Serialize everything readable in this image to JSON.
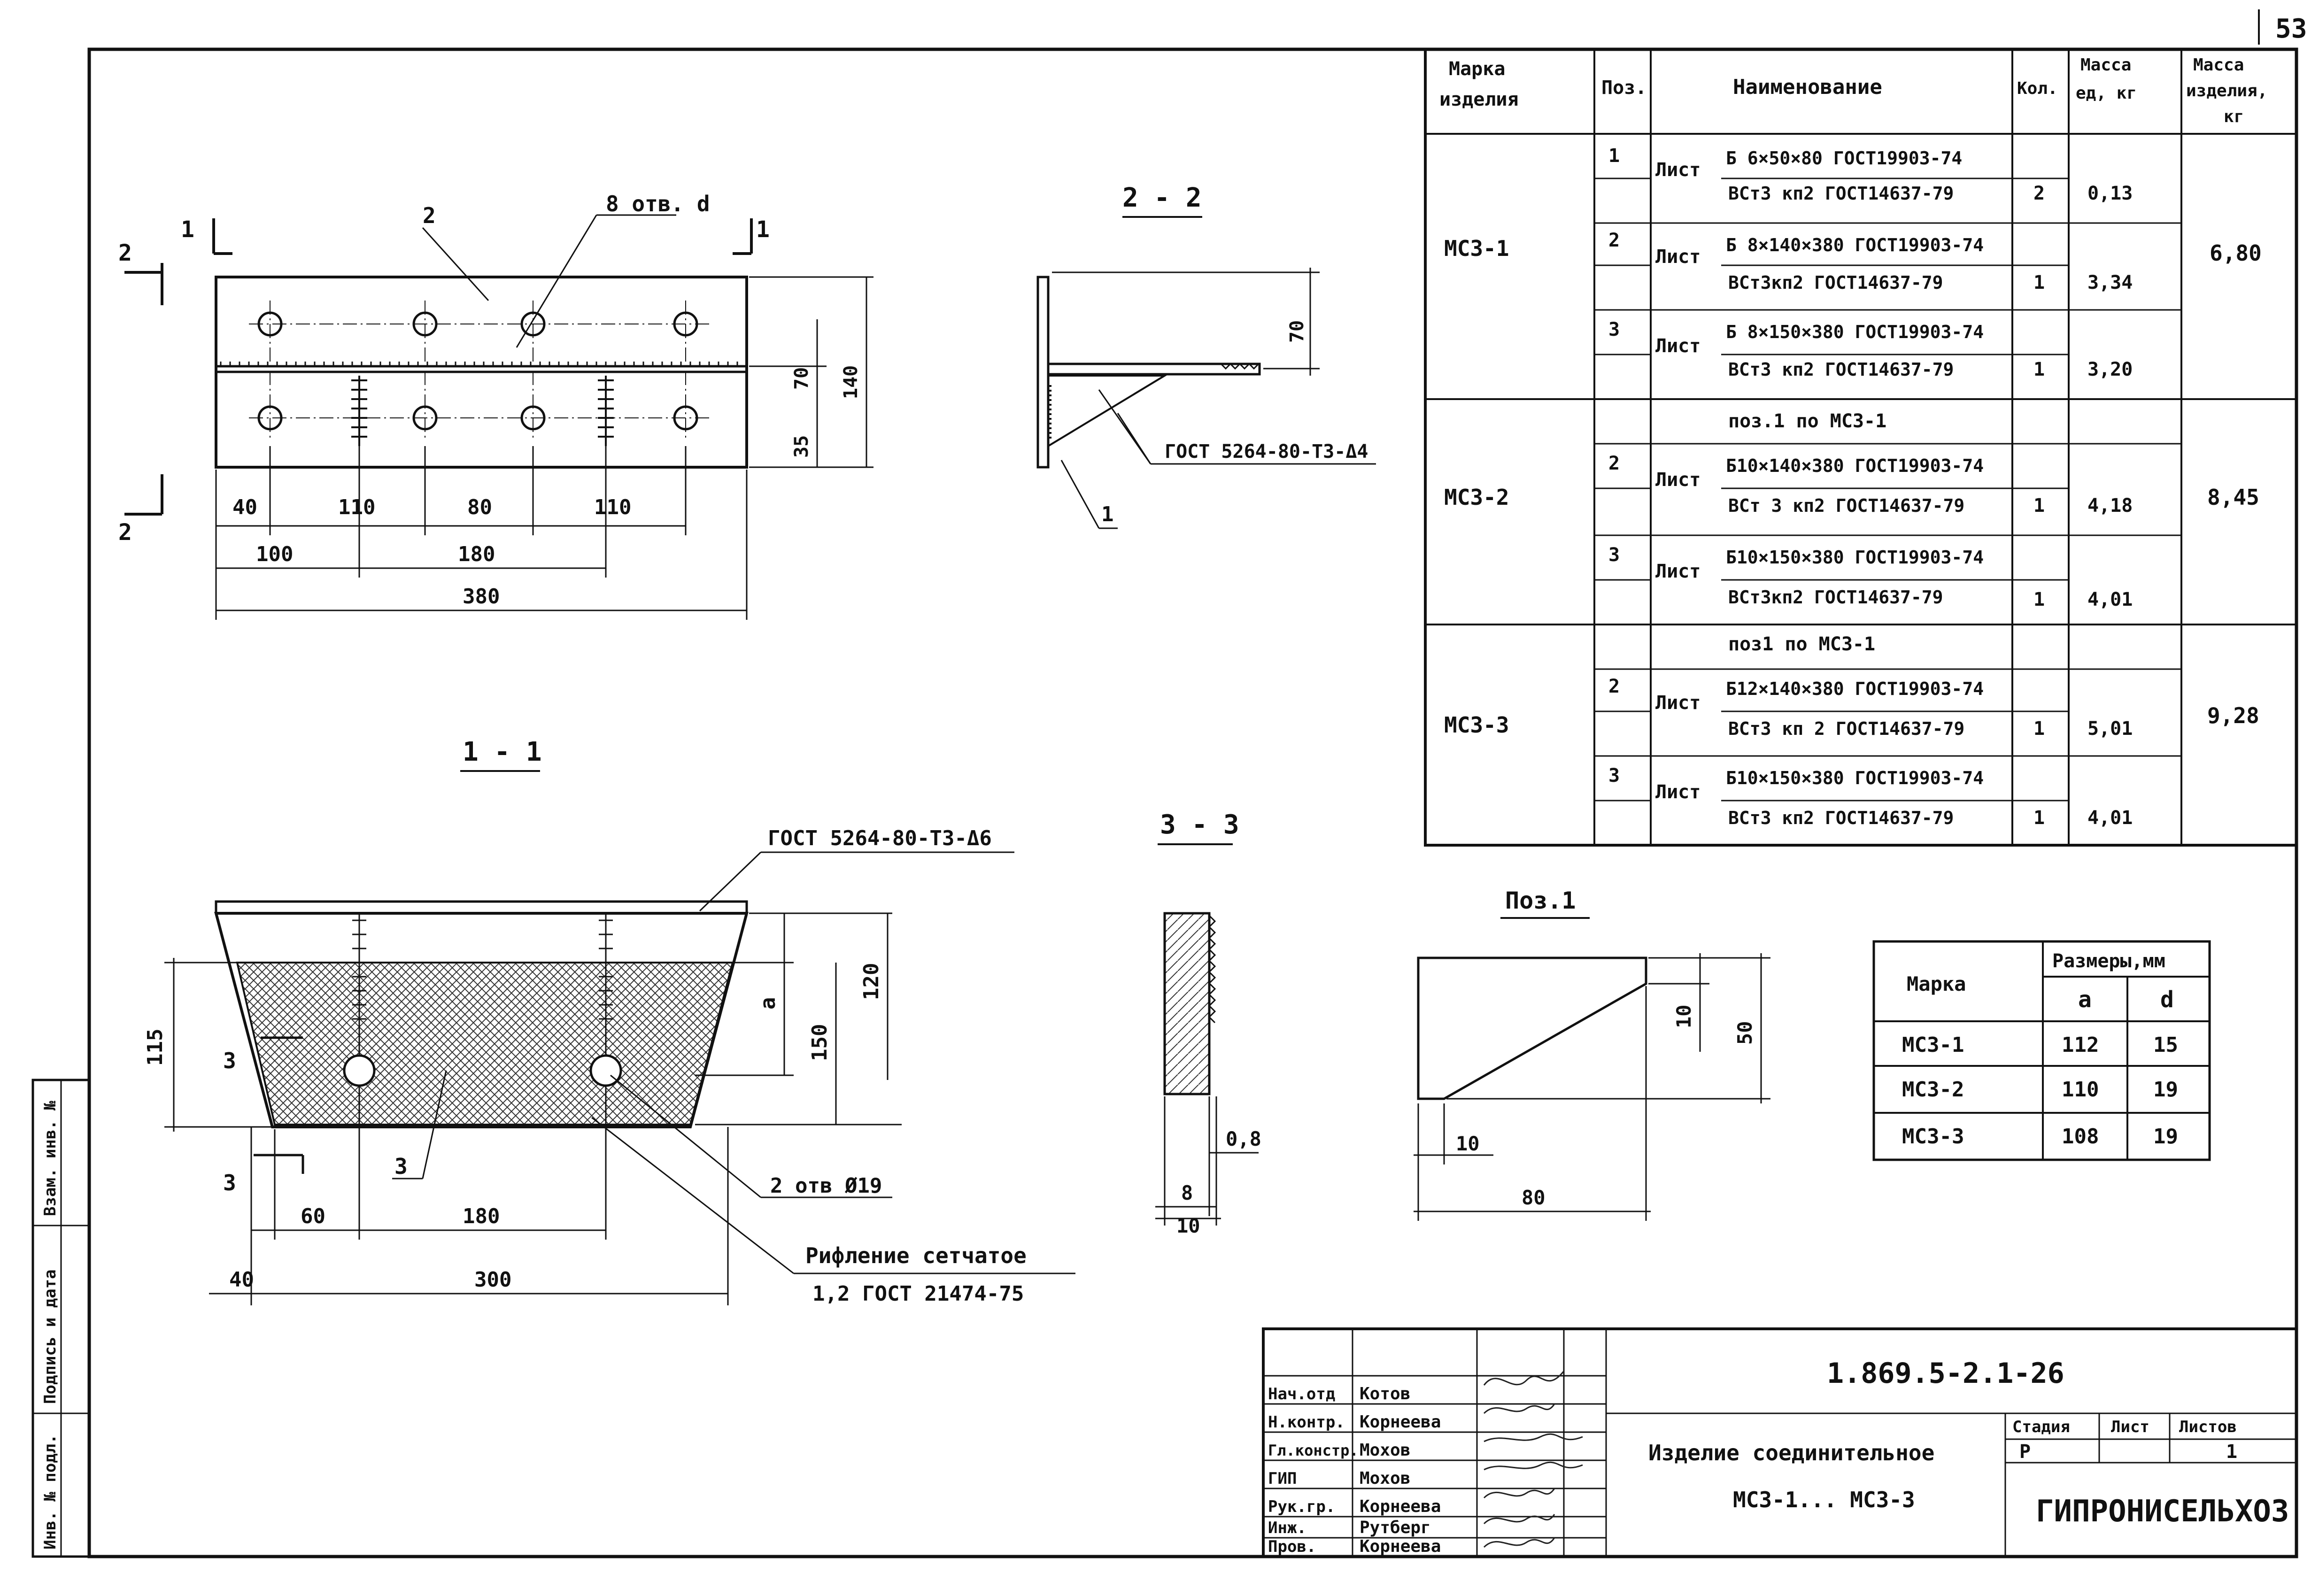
{
  "page_number": "53",
  "views": {
    "view_2_2": "2 - 2",
    "view_1_1": "1 - 1",
    "view_3_3": "3 - 3",
    "poz1": "Поз.1"
  },
  "plan": {
    "cut_1": "1",
    "cut_2": "2",
    "pos_2": "2",
    "holes_label": "8 отв. d",
    "dims_bottom_1": [
      "40",
      "110",
      "80",
      "110"
    ],
    "dims_bottom_2": [
      "100",
      "180"
    ],
    "dim_total": "380",
    "dim_70": "70",
    "dim_35": "35",
    "dim_140": "140"
  },
  "view22": {
    "dim_70": "70",
    "weld_label": "ГОСТ 5264-80-Т3-Δ4",
    "pos_1": "1"
  },
  "view11": {
    "weld_label": "ГОСТ 5264-80-Т3-Δ6",
    "dim_a": "a",
    "dim_150": "150",
    "dim_120": "120",
    "dim_115": "115",
    "cut_3": "3",
    "pos_3": "3",
    "holes": "2 отв Ø19",
    "dim_60": "60",
    "dim_180": "180",
    "dim_40": "40",
    "dim_300": "300",
    "riffle_1": "Рифление сетчатое",
    "riffle_2": "1,2  ГОСТ 21474-75"
  },
  "view33": {
    "dim_08": "0,8",
    "dim_8": "8",
    "dim_10": "10"
  },
  "poz1_view": {
    "dim_10a": "10",
    "dim_50": "50",
    "dim_10b": "10",
    "dim_80": "80"
  },
  "spec": {
    "headers": [
      "Марка изделия",
      "Поз.",
      "Наименование",
      "Кол.",
      "Масса ед, кг",
      "Масса изделия, кг"
    ],
    "rows": [
      {
        "mark": "МС3-1",
        "pos": "1",
        "type": "Лист",
        "n1": "Б 6×50×80 ГОСТ19903-74",
        "n2": "ВСт3 кп2 ГОСТ14637-79",
        "qty": "2",
        "mass": "0,13",
        "total": "6,80"
      },
      {
        "mark": "",
        "pos": "2",
        "type": "Лист",
        "n1": "Б 8×140×380 ГОСТ19903-74",
        "n2": "ВСт3кп2 ГОСТ14637-79",
        "qty": "1",
        "mass": "3,34",
        "total": ""
      },
      {
        "mark": "",
        "pos": "3",
        "type": "Лист",
        "n1": "Б 8×150×380 ГОСТ19903-74",
        "n2": "ВСт3 кп2 ГОСТ14637-79",
        "qty": "1",
        "mass": "3,20",
        "total": ""
      },
      {
        "mark": "МС3-2",
        "pos": "",
        "type": "",
        "n1": "поз.1 по МС3-1",
        "n2": "",
        "qty": "",
        "mass": "",
        "total": "8,45"
      },
      {
        "mark": "",
        "pos": "2",
        "type": "Лист",
        "n1": "Б10×140×380 ГОСТ19903-74",
        "n2": "ВСт 3 кп2 ГОСТ14637-79",
        "qty": "1",
        "mass": "4,18",
        "total": ""
      },
      {
        "mark": "",
        "pos": "3",
        "type": "Лист",
        "n1": "Б10×150×380 ГОСТ19903-74",
        "n2": "ВСт3кп2 ГОСТ14637-79",
        "qty": "1",
        "mass": "4,01",
        "total": ""
      },
      {
        "mark": "МС3-3",
        "pos": "",
        "type": "",
        "n1": "поз1 по МС3-1",
        "n2": "",
        "qty": "",
        "mass": "",
        "total": "9,28"
      },
      {
        "mark": "",
        "pos": "2",
        "type": "Лист",
        "n1": "Б12×140×380 ГОСТ19903-74",
        "n2": "ВСт3 кп 2 ГОСТ14637-79",
        "qty": "1",
        "mass": "5,01",
        "total": ""
      },
      {
        "mark": "",
        "pos": "3",
        "type": "Лист",
        "n1": "Б10×150×380 ГОСТ19903-74",
        "n2": "ВСт3 кп2 ГОСТ14637-79",
        "qty": "1",
        "mass": "4,01",
        "total": ""
      }
    ]
  },
  "sizes": {
    "h_mark": "Марка",
    "h_sizes": "Размеры,мм",
    "h_a": "a",
    "h_d": "d",
    "rows": [
      {
        "mark": "МС3-1",
        "a": "112",
        "d": "15"
      },
      {
        "mark": "МС3-2",
        "a": "110",
        "d": "19"
      },
      {
        "mark": "МС3-3",
        "a": "108",
        "d": "19"
      }
    ]
  },
  "title_block": {
    "people": [
      {
        "role": "Нач.отд",
        "name": "Котов"
      },
      {
        "role": "Н.контр.",
        "name": "Корнеева"
      },
      {
        "role": "Гл.констр.",
        "name": "Мохов"
      },
      {
        "role": "ГИП",
        "name": "Мохов"
      },
      {
        "role": "Рук.гр.",
        "name": "Корнеева"
      },
      {
        "role": "Инж.",
        "name": "Рутберг"
      },
      {
        "role": "Пров.",
        "name": "Корнеева"
      }
    ],
    "code": "1.869.5-2.1-26",
    "name_1": "Изделие соединительное",
    "name_2": "МС3-1... МС3-3",
    "stage_h": "Стадия",
    "sheet_h": "Лист",
    "sheets_h": "Листов",
    "stage": "Р",
    "sheets": "1",
    "org": "ГИПРОНИСЕЛЬХОЗ"
  },
  "side_stamp": [
    "Инв. № подл.",
    "Подпись и дата",
    "Взам. инв. №"
  ]
}
